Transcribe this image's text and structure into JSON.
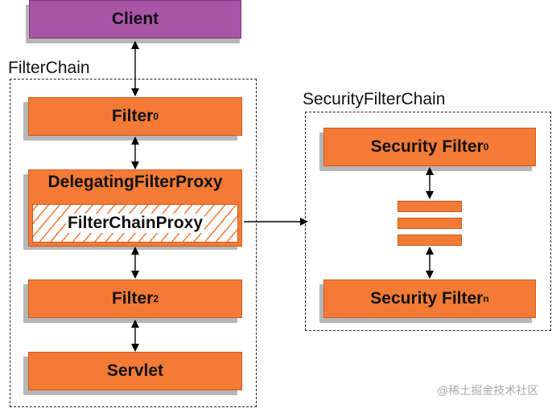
{
  "client": {
    "label": "Client"
  },
  "filter_chain": {
    "title": "FilterChain",
    "filter0": {
      "label": "Filter",
      "sub": "0"
    },
    "delegating": {
      "label": "DelegatingFilterProxy"
    },
    "filter_chain_proxy": {
      "label": "FilterChainProxy"
    },
    "filter2": {
      "label": "Filter",
      "sub": "2"
    },
    "servlet": {
      "label": "Servlet"
    }
  },
  "security_filter_chain": {
    "title": "SecurityFilterChain",
    "first": {
      "label": "Security Filter",
      "sub": "0"
    },
    "last": {
      "label": "Security Filter",
      "sub": "n"
    }
  },
  "watermark": "@稀土掘金技术社区",
  "colors": {
    "orange": "#f47b36",
    "purple": "#a855a8",
    "shadow": "#b7b7b7"
  }
}
